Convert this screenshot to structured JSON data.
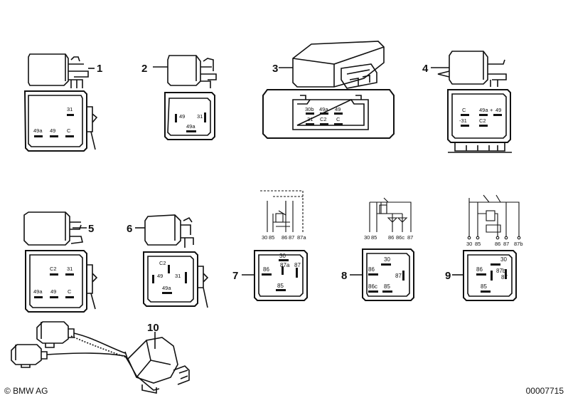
{
  "callouts": [
    "1",
    "2",
    "3",
    "4",
    "5",
    "6",
    "7",
    "8",
    "9",
    "10"
  ],
  "relay1": {
    "pins": [
      "31",
      "49a",
      "49",
      "C"
    ]
  },
  "relay2": {
    "pins": [
      "49",
      "31",
      "49a"
    ]
  },
  "relay3": {
    "pins": [
      "30b",
      "49a",
      "49",
      "31",
      "C2",
      "C"
    ]
  },
  "relay4": {
    "pins": [
      "C",
      "49a",
      "+",
      "49",
      "-31",
      "C2"
    ]
  },
  "relay5": {
    "pins": [
      "C2",
      "31",
      "49a",
      "49",
      "C"
    ]
  },
  "relay6": {
    "pins": [
      "C2",
      "49",
      "31",
      "49a"
    ]
  },
  "relay7": {
    "schematic_labels": [
      "30",
      "85",
      "86",
      "87",
      "87a"
    ],
    "pins": [
      "86",
      "87a",
      "87",
      "30",
      "85"
    ]
  },
  "relay8": {
    "schematic_labels": [
      "30",
      "85",
      "86",
      "86c",
      "87"
    ],
    "pins": [
      "30",
      "86",
      "87",
      "86c",
      "85"
    ]
  },
  "relay9": {
    "schematic_labels": [
      "30",
      "85",
      "86",
      "87",
      "87b"
    ],
    "pins": [
      "30",
      "86",
      "87b",
      "87",
      "85"
    ]
  },
  "footer": {
    "brand": "© BMW AG",
    "part_number": "00007715"
  }
}
